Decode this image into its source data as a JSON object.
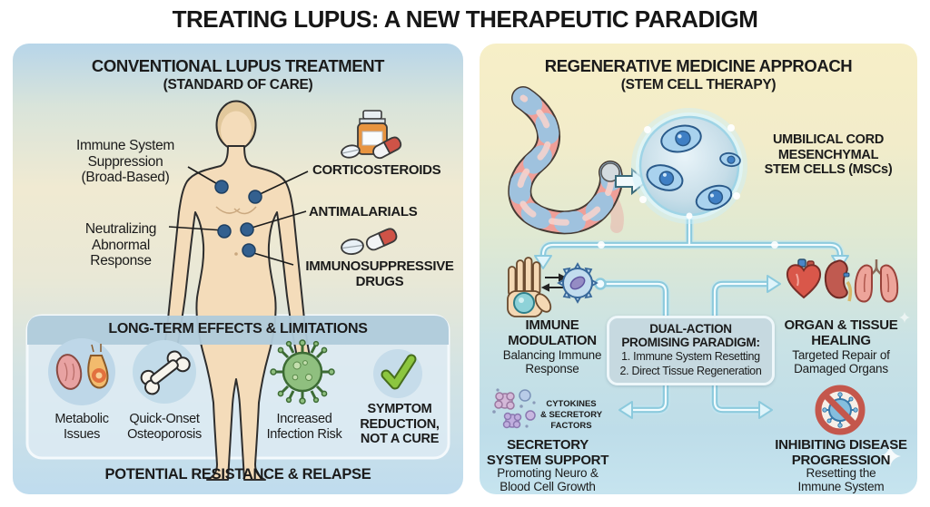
{
  "title": "TREATING LUPUS: A NEW THERAPEUTIC PARADIGM",
  "left_panel": {
    "heading": "CONVENTIONAL LUPUS TREATMENT",
    "subheading": "(STANDARD OF CARE)",
    "labels": {
      "immune_suppression": "Immune System\nSuppression\n(Broad-Based)",
      "neutralizing": "Neutralizing\nAbnormal\nResponse",
      "corticosteroids": "CORTICOSTEROIDS",
      "antimalarials": "ANTIMALARIALS",
      "immunosuppressive": "IMMUNOSUPPRESSIVE\nDRUGS"
    },
    "effects_box": {
      "heading": "LONG-TERM EFFECTS & LIMITATIONS",
      "items": [
        {
          "icon": "organs-icon",
          "label": "Metabolic\nIssues"
        },
        {
          "icon": "bone-icon",
          "label": "Quick-Onset\nOsteoporosis"
        },
        {
          "icon": "virus-icon",
          "label": "Increased\nInfection Risk"
        },
        {
          "icon": "checkmark-icon",
          "label": "SYMPTOM\nREDUCTION,\nNOT A CURE"
        }
      ]
    },
    "footer": "POTENTIAL RESISTANCE & RELAPSE"
  },
  "right_panel": {
    "heading": "REGENERATIVE MEDICINE APPROACH",
    "subheading": "(STEM CELL THERAPY)",
    "msc_label": "UMBILICAL CORD\nMESENCHYMAL\nSTEM CELLS (MSCs)",
    "immune_modulation": {
      "title": "IMMUNE\nMODULATION",
      "subtitle": "Balancing Immune\nResponse"
    },
    "organ_healing": {
      "title": "ORGAN & TISSUE\nHEALING",
      "subtitle": "Targeted Repair of\nDamaged Organs"
    },
    "center_box": {
      "title": "DUAL-ACTION\nPROMISING PARADIGM:",
      "items": [
        "1. Immune System Resetting",
        "2. Direct Tissue Regeneration"
      ]
    },
    "secretory": {
      "tag": "CYTOKINES\n& SECRETORY\nFACTORS",
      "title": "SECRETORY\nSYSTEM SUPPORT",
      "subtitle": "Promoting Neuro &\nBlood Cell Growth"
    },
    "inhibiting": {
      "title": "INHIBITING DISEASE\nPROGRESSION",
      "subtitle": "Resetting the\nImmune System"
    }
  },
  "colors": {
    "left_panel_top": "#b7d5e9",
    "right_panel_top": "#f7efc7",
    "flow_arrow": "#8ccadd",
    "marker_dot": "#33608f",
    "virus_green": "#8fbf7f",
    "check_green": "#7ab332",
    "prohibition_red": "#c4574c"
  }
}
